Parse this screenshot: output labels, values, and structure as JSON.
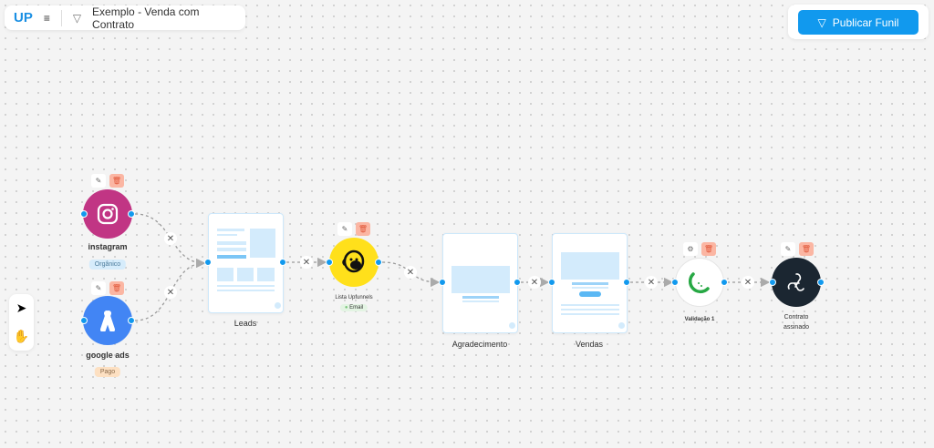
{
  "header": {
    "logo": "UP",
    "title": "Exemplo - Venda com Contrato",
    "menu_icon": "hamburger-icon",
    "filter_icon": "funnel-icon"
  },
  "publish": {
    "label": "Publicar Funil"
  },
  "tools": [
    "pointer-icon",
    "hand-icon"
  ],
  "nodes": {
    "instagram": {
      "label": "instagram",
      "badge": "Orgânico"
    },
    "google": {
      "label": "google ads",
      "badge": "Pago"
    },
    "leads": {
      "label": "Leads"
    },
    "mailchimp": {
      "label": "Lista Upfunnels",
      "badge": "Email"
    },
    "agradecimento": {
      "label": "Agradecimento"
    },
    "vendas": {
      "label": "Vendas"
    },
    "validacao": {
      "label": "Validação 1"
    },
    "contrato": {
      "label": "Contrato assinado"
    }
  },
  "colors": {
    "accent": "#1199ee",
    "instagram": "#c13584",
    "google": "#4285f4",
    "mailchimp": "#ffe01b",
    "contrato": "#1b2631"
  }
}
